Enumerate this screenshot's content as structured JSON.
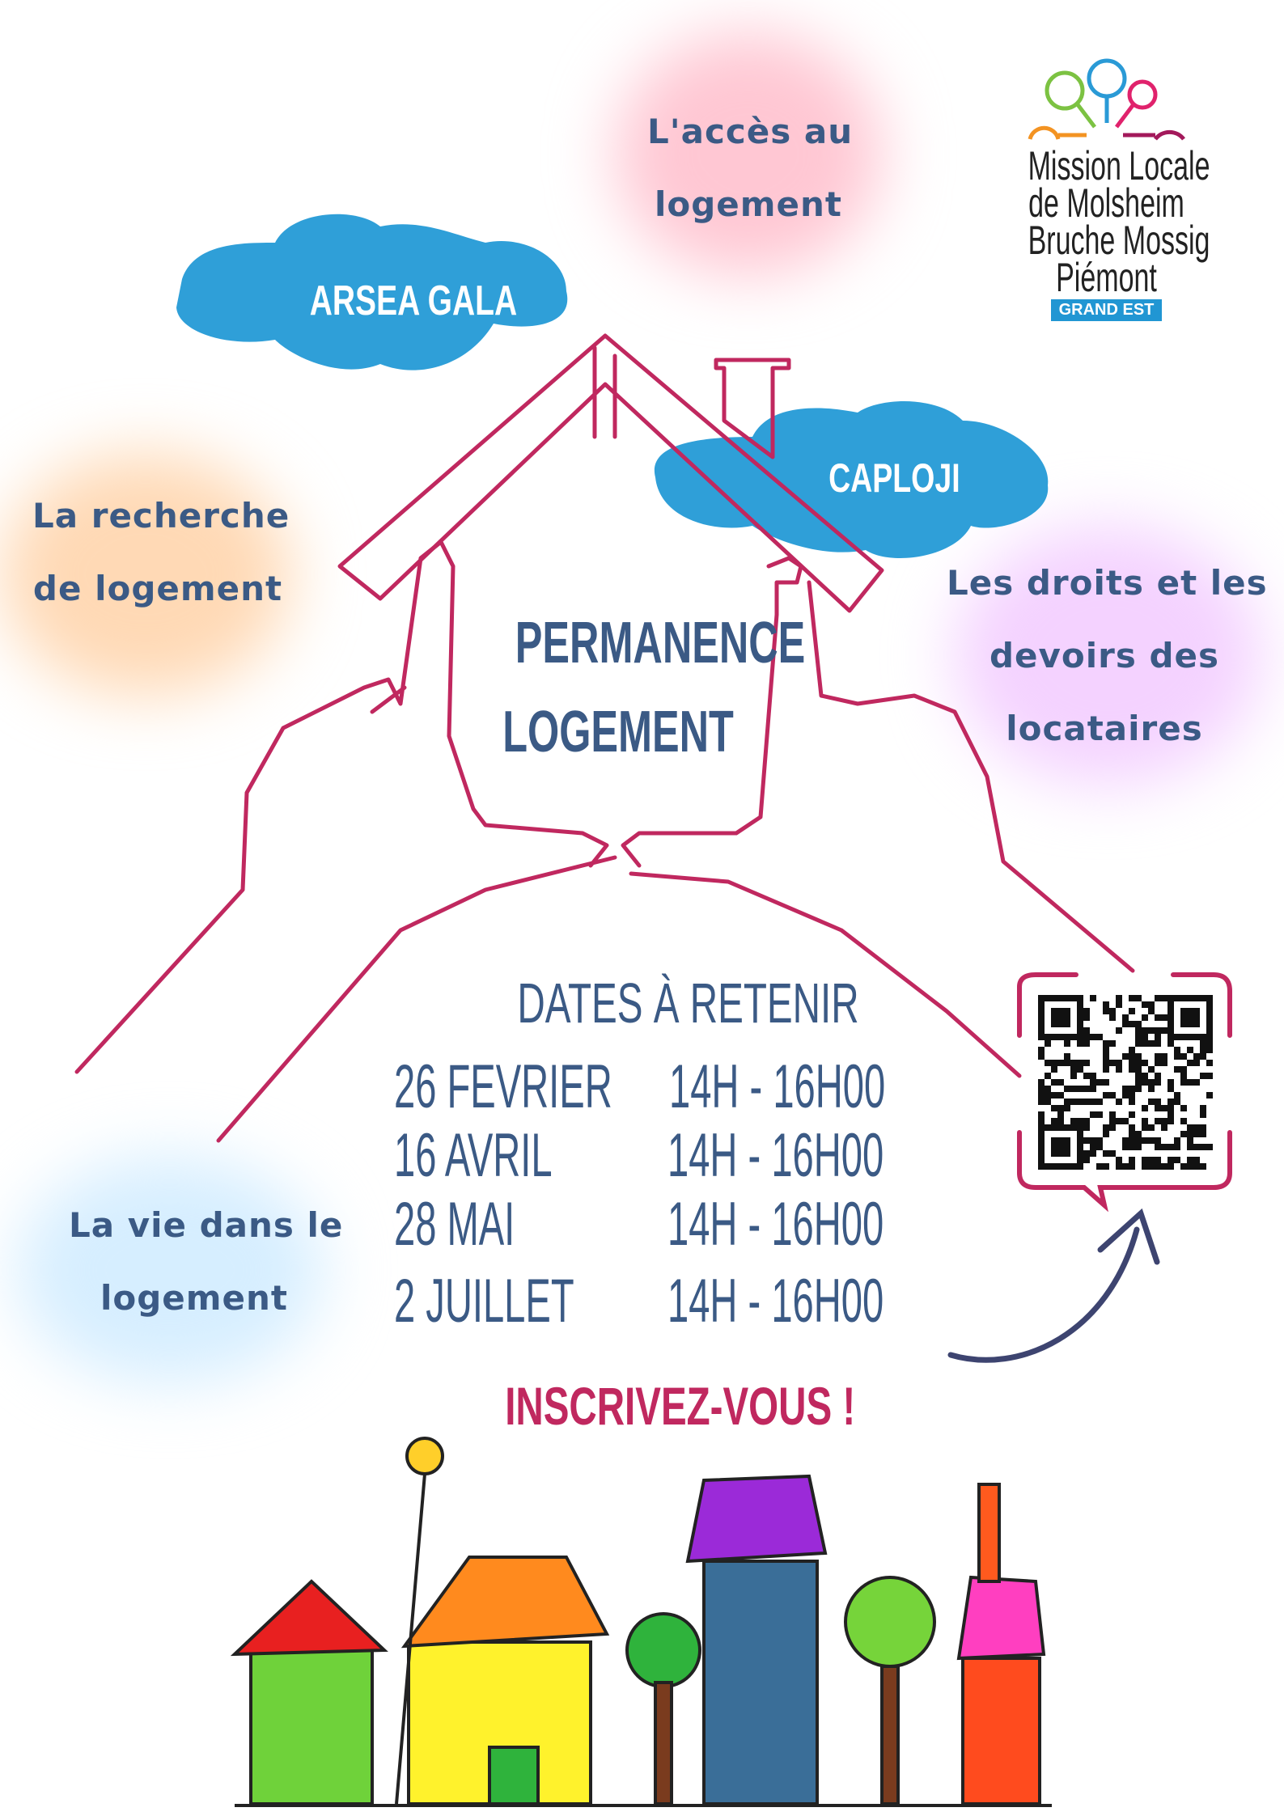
{
  "topics": {
    "acces": [
      "L'accès au",
      "logement"
    ],
    "recherche": [
      "La recherche",
      "de logement"
    ],
    "droits": [
      "Les droits et les",
      "devoirs des",
      "locataires"
    ],
    "vie": [
      "La vie dans le",
      "logement"
    ]
  },
  "partners": {
    "cloud1": "ARSEA GALA",
    "cloud2": "CAPLOJI"
  },
  "logo": {
    "lines": [
      "Mission Locale",
      "de Molsheim",
      "Bruche Mossig",
      "Piémont"
    ],
    "badge": "GRAND EST"
  },
  "title": [
    "PERMANENCE",
    "LOGEMENT"
  ],
  "dates": {
    "heading": "DATES À RETENIR",
    "rows": [
      {
        "date": "26 FEVRIER",
        "time": "14H - 16H00"
      },
      {
        "date": "16 AVRIL",
        "time": "14H - 16H00"
      },
      {
        "date": "28 MAI",
        "time": "14H - 16H00"
      },
      {
        "date": "2 JUILLET",
        "time": "14H - 16H00"
      }
    ]
  },
  "cta": "INSCRIVEZ-VOUS !",
  "colors": {
    "text_blue": "#3b5a85",
    "accent_pink": "#c0285f",
    "cloud_blue": "#2f9fd8"
  }
}
